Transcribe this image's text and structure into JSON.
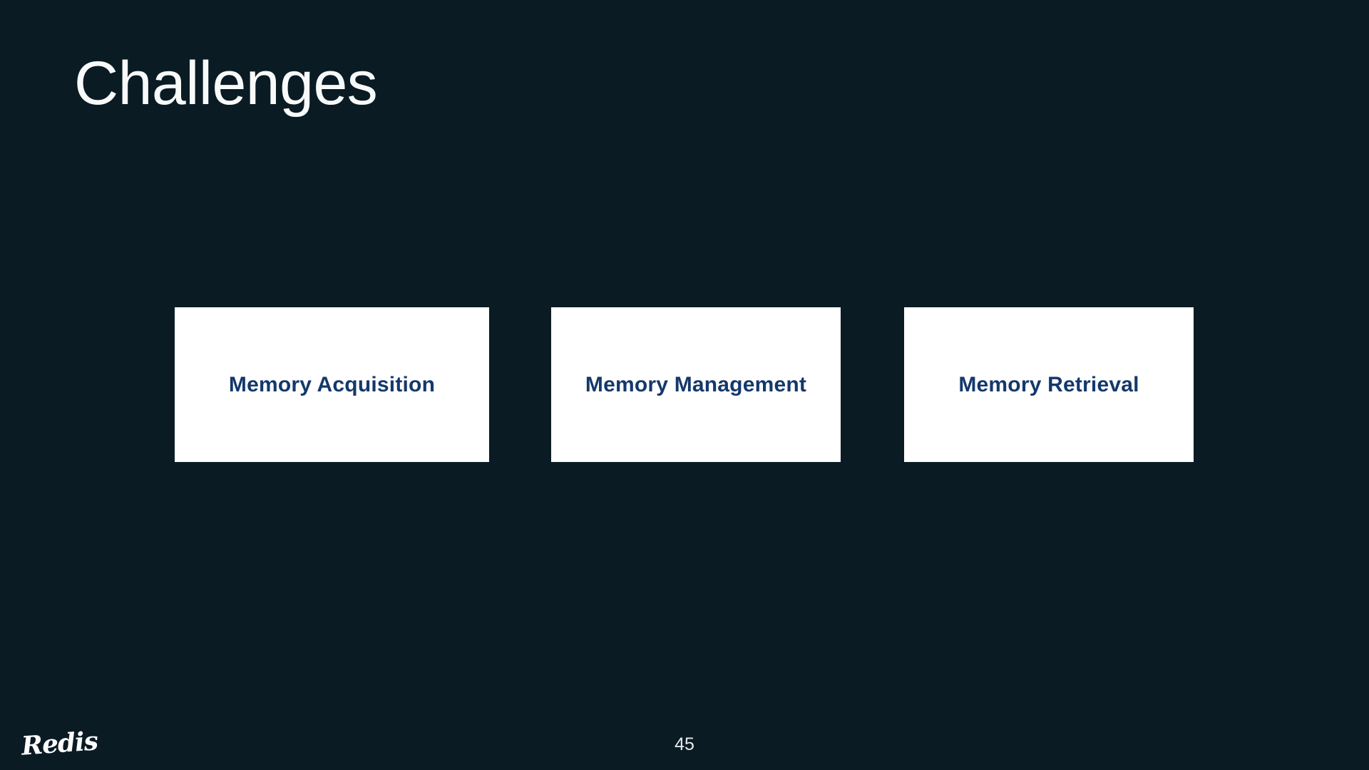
{
  "slide": {
    "title": "Challenges",
    "page_number": "45",
    "logo_text": "Redis"
  },
  "boxes": [
    {
      "label": "Memory Acquisition"
    },
    {
      "label": "Memory Management"
    },
    {
      "label": "Memory Retrieval"
    }
  ],
  "colors": {
    "background": "#0A1B24",
    "box_background": "#FFFFFF",
    "box_text": "#14386B",
    "title_text": "#F8FAFA",
    "page_number_text": "#E6EBED",
    "logo_text": "#FFFFFF"
  }
}
